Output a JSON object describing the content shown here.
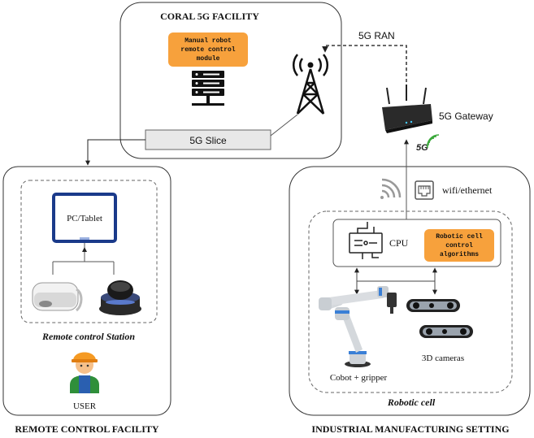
{
  "coral": {
    "title": "CORAL 5G FACILITY",
    "module_line1": "Manual robot",
    "module_line2": "remote control",
    "module_line3": "module",
    "slice": "5G Slice"
  },
  "network": {
    "ran": "5G RAN",
    "gateway": "5G Gateway",
    "gateway_badge": "5G",
    "wifi": "wifi/ethernet"
  },
  "remote": {
    "device": "PC/Tablet",
    "station": "Remote control Station",
    "user": "USER",
    "facility": "REMOTE CONTROL FACILITY"
  },
  "industrial": {
    "cpu": "CPU",
    "algo_line1": "Robotic cell",
    "algo_line2": "control",
    "algo_line3": "algorithms",
    "cobot": "Cobot + gripper",
    "cameras": "3D cameras",
    "cell": "Robotic cell",
    "setting": "INDUSTRIAL MANUFACTURING SETTING"
  },
  "colors": {
    "module_fill": "#f7a13c",
    "slice_fill": "#e8e8e8",
    "monitor_blue": "#1a3a8a",
    "badge_green": "#3aa83a",
    "helmet_orange": "#f59a23"
  }
}
